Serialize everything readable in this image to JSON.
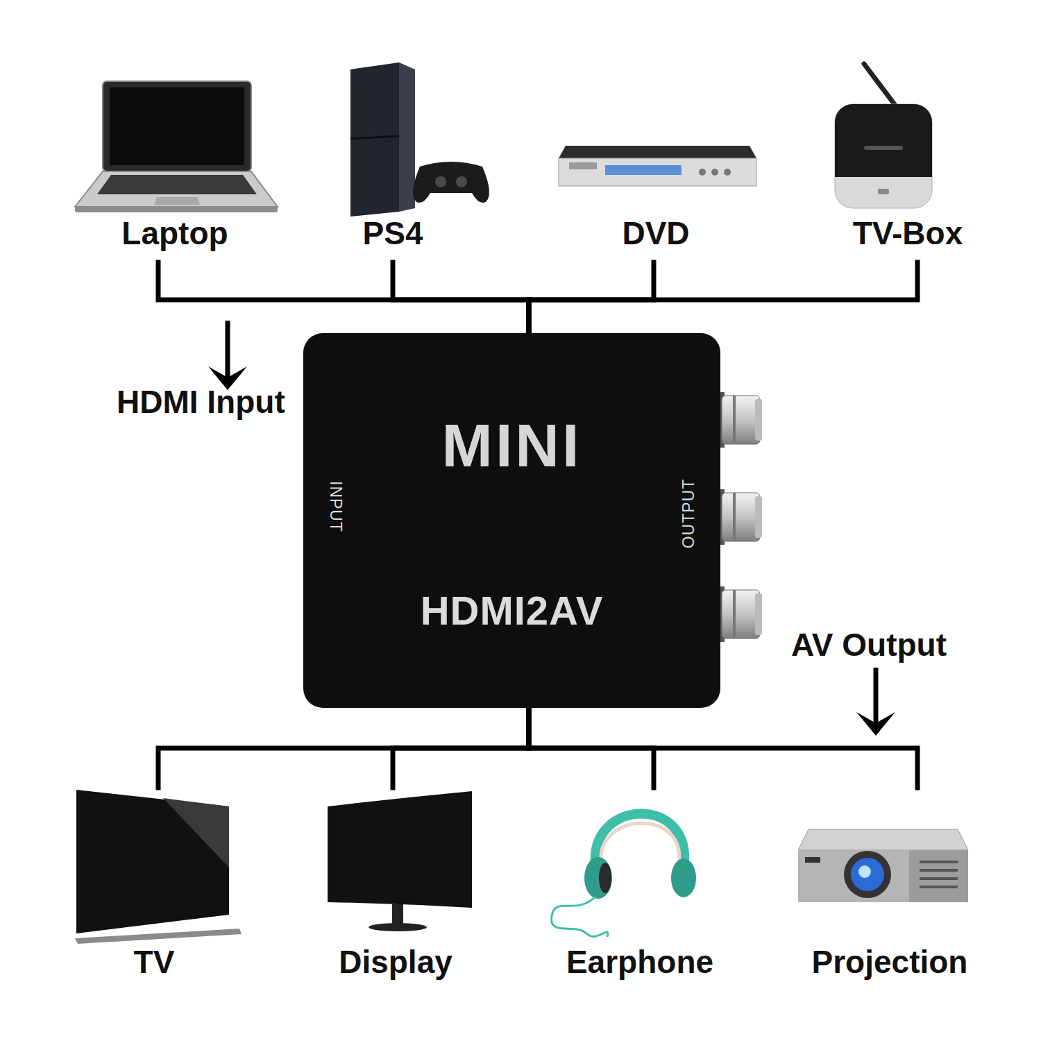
{
  "diagram": {
    "nodes": [
      {
        "text": [
          "Laptop"
        ]
      },
      {
        "text": [
          "PS4"
        ]
      },
      {
        "text": [
          "DVD"
        ]
      },
      {
        "text": [
          "TV-Box"
        ]
      },
      {
        "text": [
          "MINI",
          "INPUT",
          "OUTPUT",
          "HDMI2AV"
        ]
      },
      {
        "text": [
          "TV"
        ]
      },
      {
        "text": [
          "Display"
        ]
      },
      {
        "text": [
          "Earphone"
        ]
      },
      {
        "text": [
          "Projection"
        ]
      }
    ],
    "edges": [
      {
        "from": 0,
        "to": 4,
        "arrow": "none"
      },
      {
        "from": 1,
        "to": 4,
        "arrow": "none"
      },
      {
        "from": 2,
        "to": 4,
        "arrow": "none"
      },
      {
        "from": 3,
        "to": 4,
        "arrow": "none"
      },
      {
        "from": 4,
        "to": 5,
        "arrow": "none"
      },
      {
        "from": 4,
        "to": 6,
        "arrow": "none"
      },
      {
        "from": 4,
        "to": 7,
        "arrow": "none"
      },
      {
        "from": 4,
        "to": 8,
        "arrow": "none"
      }
    ],
    "labels": [
      "HDMI Input",
      "AV Output"
    ]
  }
}
